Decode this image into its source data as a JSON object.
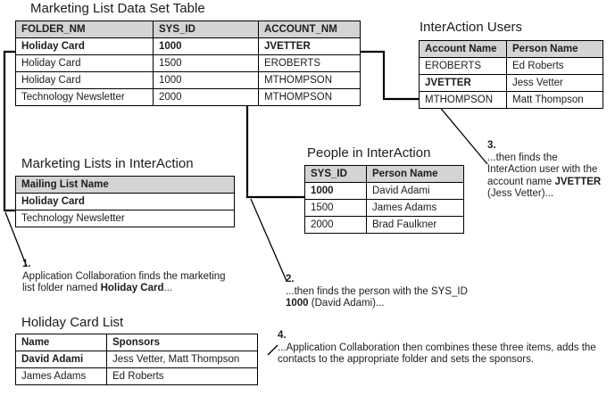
{
  "diagram": {
    "title_dataset": "Marketing List Data Set Table",
    "title_users": "InterAction Users",
    "title_lists": "Marketing Lists in InterAction",
    "title_people": "People in InterAction",
    "title_holiday": "Holiday Card List"
  },
  "dataset_table": {
    "headers": [
      "FOLDER_NM",
      "SYS_ID",
      "ACCOUNT_NM"
    ],
    "rows": [
      {
        "cells": [
          "Holiday Card",
          "1000",
          "JVETTER"
        ],
        "bold": true
      },
      {
        "cells": [
          "Holiday Card",
          "1500",
          "EROBERTS"
        ],
        "bold": false
      },
      {
        "cells": [
          "Holiday Card",
          "1000",
          "MTHOMPSON"
        ],
        "bold": false
      },
      {
        "cells": [
          "Technology Newsletter",
          "2000",
          "MTHOMPSON"
        ],
        "bold": false
      }
    ]
  },
  "users_table": {
    "headers": [
      "Account Name",
      "Person Name"
    ],
    "rows": [
      {
        "cells": [
          "EROBERTS",
          "Ed Roberts"
        ],
        "bold": false
      },
      {
        "cells": [
          "JVETTER",
          "Jess Vetter"
        ],
        "bold": true
      },
      {
        "cells": [
          "MTHOMPSON",
          "Matt Thompson"
        ],
        "bold": false
      }
    ]
  },
  "lists_table": {
    "headers": [
      "Mailing List Name"
    ],
    "rows": [
      {
        "cells": [
          "Holiday Card"
        ],
        "bold": true
      },
      {
        "cells": [
          "Technology Newsletter"
        ],
        "bold": false
      }
    ]
  },
  "people_table": {
    "headers": [
      "SYS_ID",
      "Person Name"
    ],
    "rows": [
      {
        "cells": [
          "1000",
          "David Adami"
        ],
        "bold": true
      },
      {
        "cells": [
          "1500",
          "James Adams"
        ],
        "bold": false
      },
      {
        "cells": [
          "2000",
          "Brad Faulkner"
        ],
        "bold": false
      }
    ]
  },
  "holiday_table": {
    "headers": [
      "Name",
      "Sponsors"
    ],
    "rows": [
      {
        "cells": [
          "David Adami",
          "Jess Vetter, Matt Thompson"
        ],
        "bold": true
      },
      {
        "cells": [
          "James Adams",
          "Ed Roberts"
        ],
        "bold": false
      }
    ]
  },
  "steps": {
    "one": {
      "num": "1.",
      "text_a": "Application Collaboration finds the marketing",
      "text_b": "list folder named ",
      "bold": "Holiday Card",
      "text_c": "..."
    },
    "two": {
      "num": "2.",
      "text_a": "...then finds the person with the SYS_ID",
      "bold": "1000",
      "text_b": " (David Adami)..."
    },
    "three": {
      "num": "3.",
      "text_a": "...then finds the",
      "text_b": "InterAction user with the",
      "text_c": "account name ",
      "bold": "JVETTER",
      "text_d": "(Jess Vetter)..."
    },
    "four": {
      "num": "4.",
      "text_a": "...Application Collaboration then combines these three items, adds the",
      "text_b": "contacts to the appropriate folder and sets the sponsors."
    }
  },
  "colors": {
    "header_fill": "#d4d4d4",
    "line": "#000000",
    "text": "#1c1c1c",
    "background": "#ffffff"
  }
}
